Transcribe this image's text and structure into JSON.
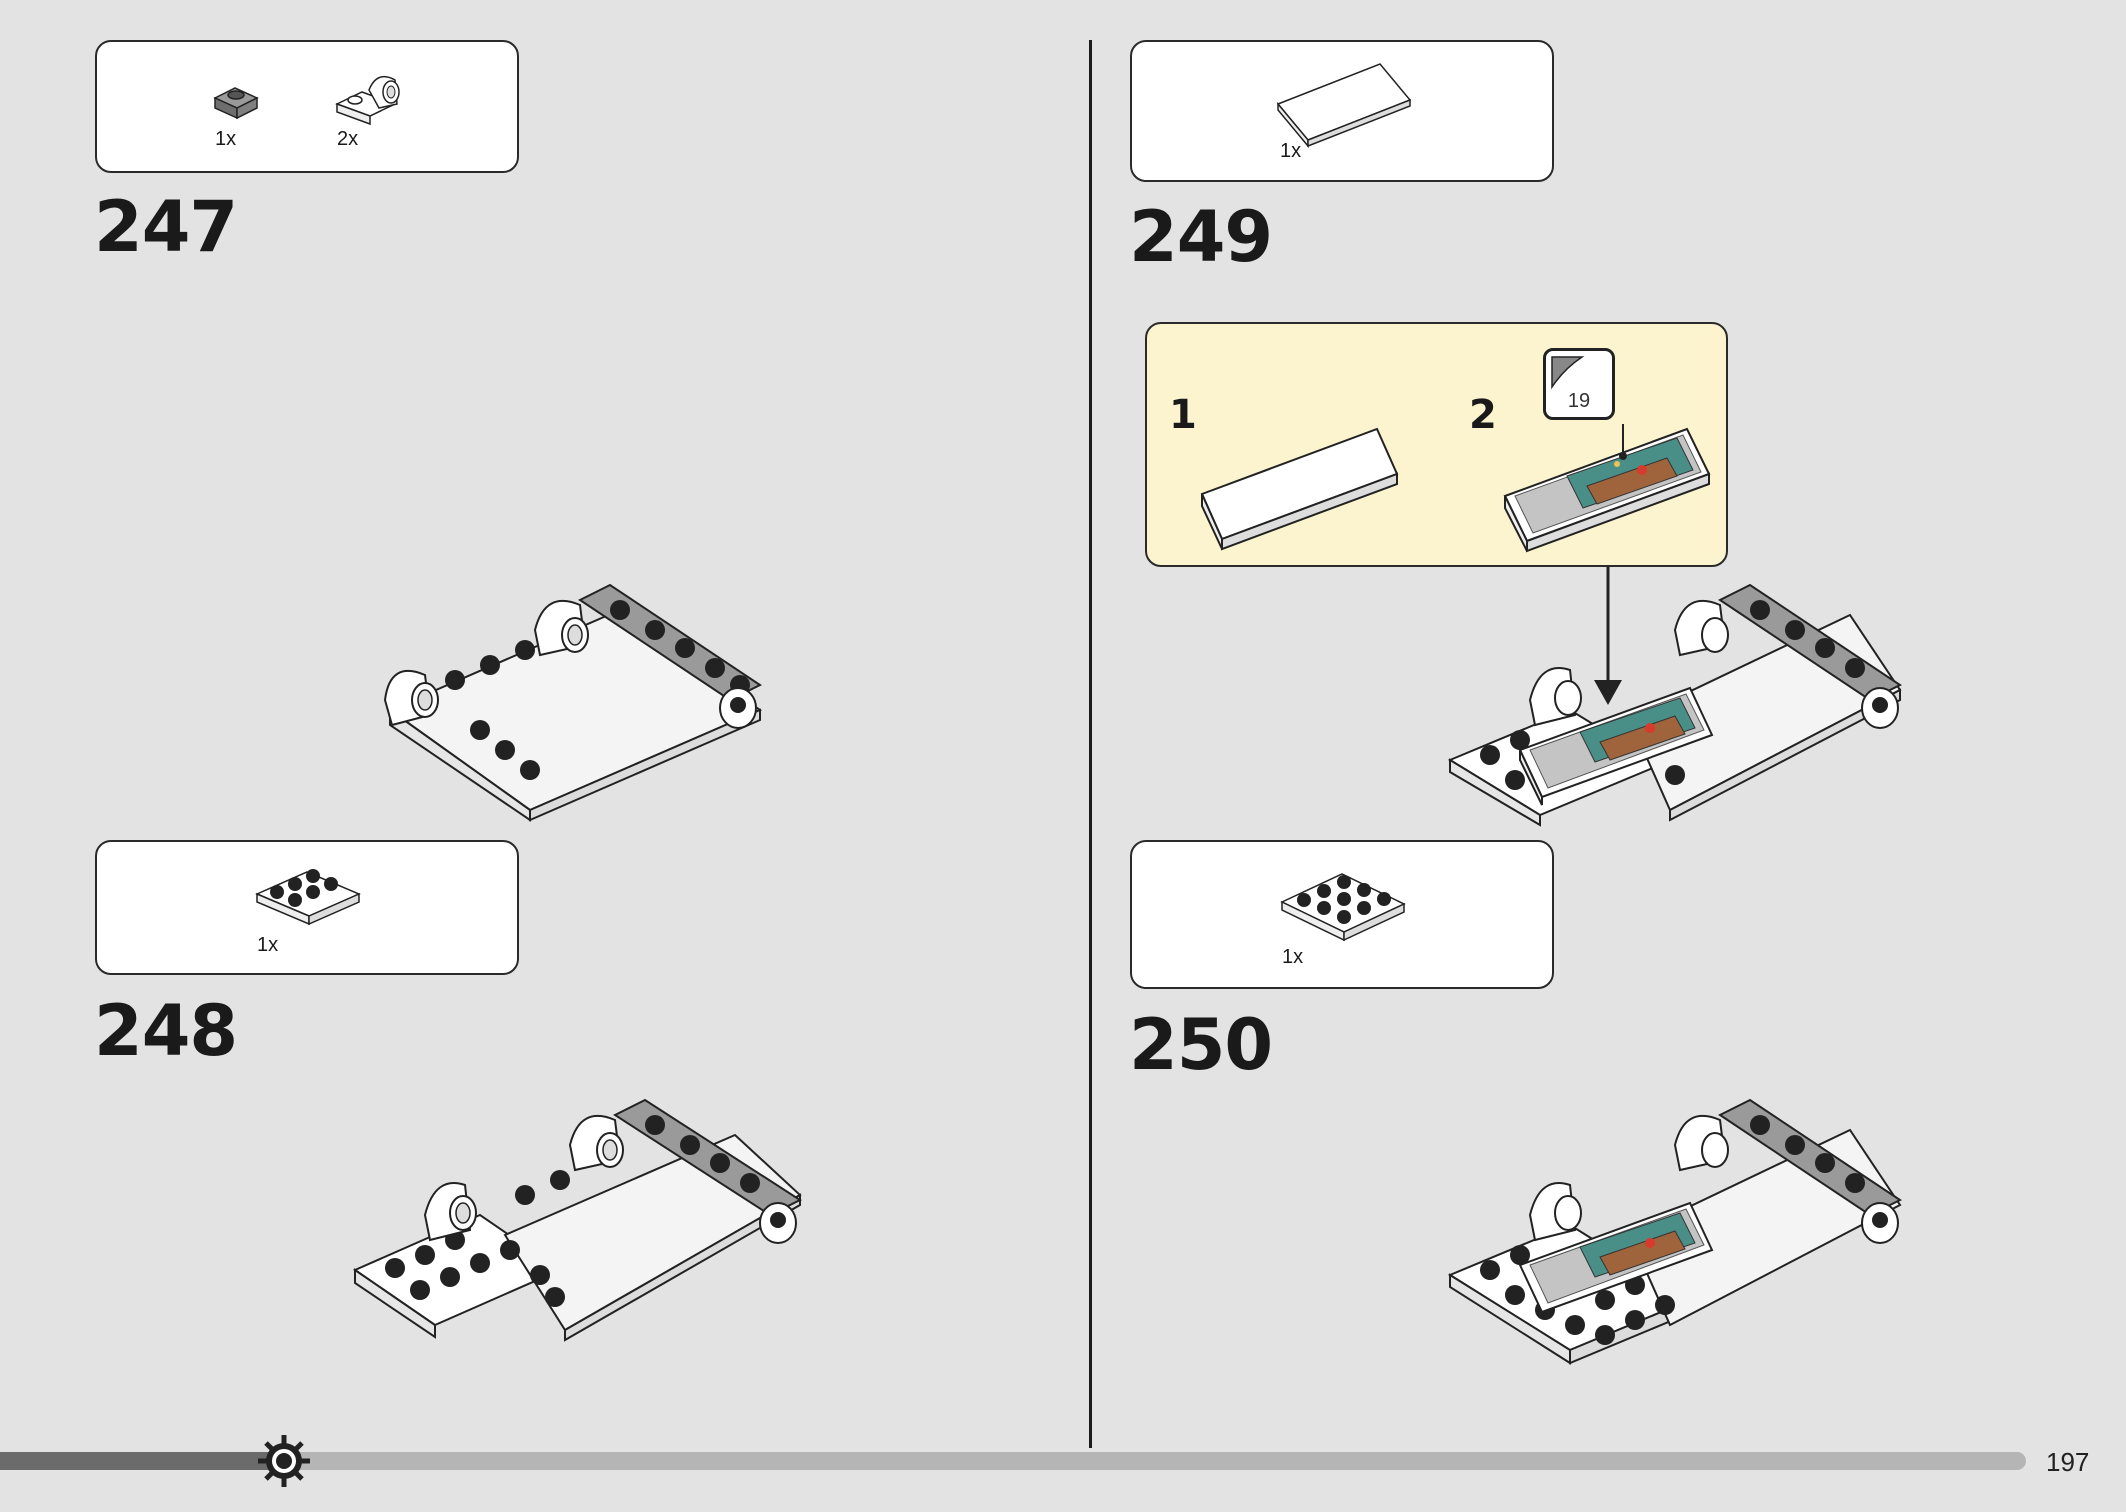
{
  "steps": [
    {
      "number": "247",
      "parts": [
        {
          "qty": "1x",
          "part": "dark-gray-1x1-plate"
        },
        {
          "qty": "2x",
          "part": "white-1x1-clip-plate"
        }
      ]
    },
    {
      "number": "248",
      "parts": [
        {
          "qty": "1x",
          "part": "white-2x3-plate"
        }
      ]
    },
    {
      "number": "249",
      "parts": [
        {
          "qty": "1x",
          "part": "white-2x4-tile"
        }
      ],
      "substeps": [
        {
          "number": "1"
        },
        {
          "number": "2"
        }
      ],
      "sticker": {
        "number": "19"
      }
    },
    {
      "number": "250",
      "parts": [
        {
          "qty": "1x",
          "part": "white-3x3-plate"
        }
      ]
    }
  ],
  "footer": {
    "page_number": "197",
    "progress": 0.14
  },
  "colors": {
    "background": "#e3e3e3",
    "substep_background": "#fbf4cf",
    "progress_track": "#b5b5b5",
    "progress_fill": "#6b6b6b"
  }
}
